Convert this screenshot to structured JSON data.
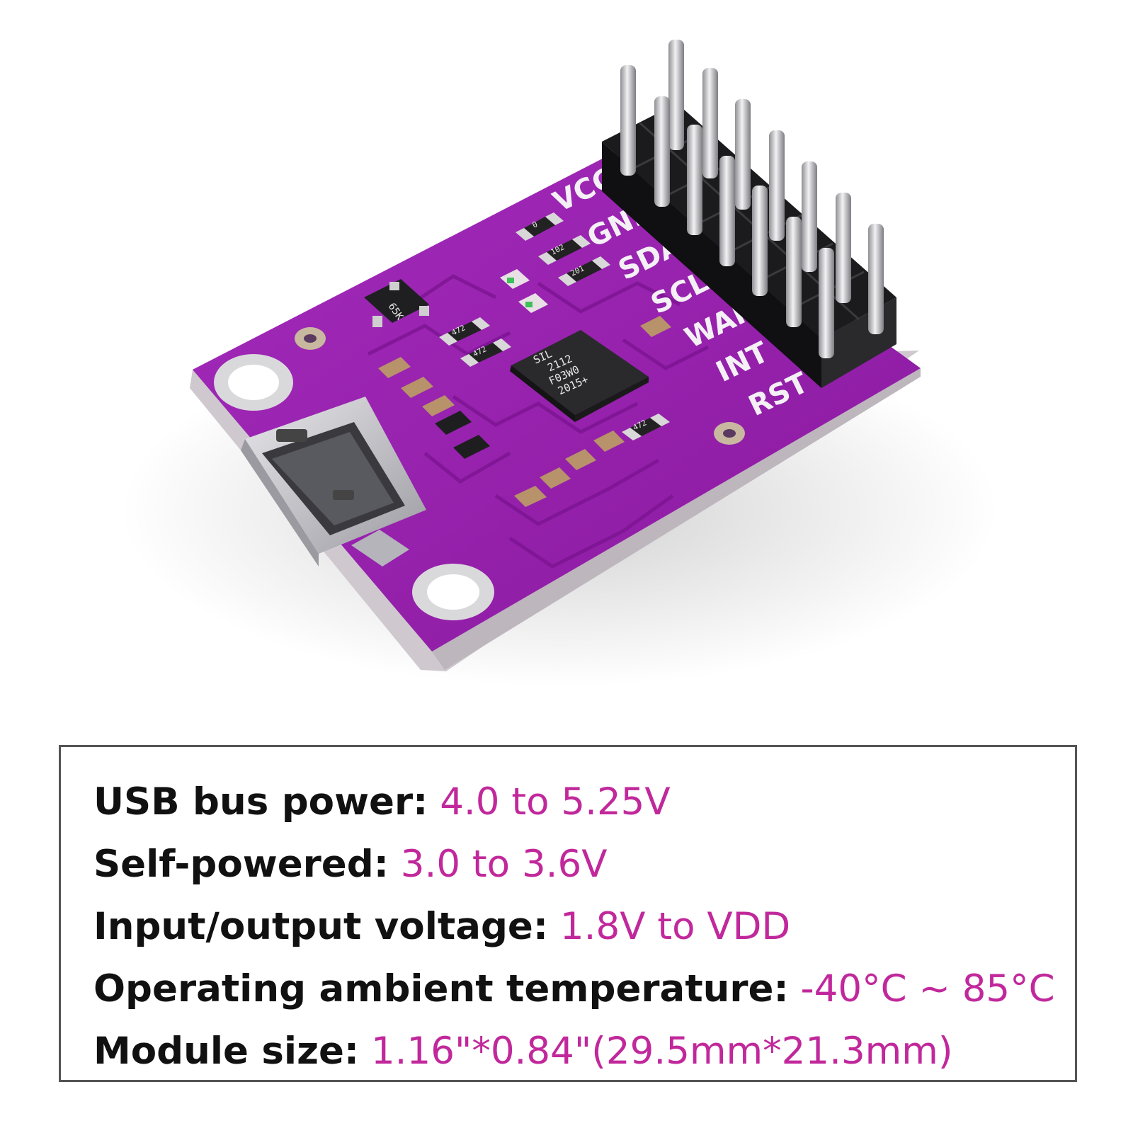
{
  "colors": {
    "pcb": "#9a1fb3",
    "pcb_edge": "#d9d4d9",
    "header_plastic": "#1b1b1d",
    "pin_metal": "#b9b9bd",
    "spec_value": "#c1289b",
    "spec_label": "#111111",
    "frame": "#555555"
  },
  "board": {
    "pin_labels": [
      "VCC",
      "GND",
      "SDA",
      "SCL",
      "WAK",
      "INT",
      "RST"
    ],
    "chip_marking": [
      "SIL",
      "2112",
      "F03W0",
      "2015+"
    ],
    "component_markings": {
      "r1": "0",
      "r2": "102",
      "r3": "201",
      "r4": "472",
      "r5": "472",
      "r6": "472",
      "transistor": "65K"
    }
  },
  "specs": [
    {
      "label": "USB bus power:",
      "value": "4.0 to 5.25V"
    },
    {
      "label": "Self-powered:",
      "value": "3.0 to 3.6V"
    },
    {
      "label": "Input/output voltage:",
      "value": "1.8V to VDD"
    },
    {
      "label": "Operating ambient temperature:",
      "value": "-40°C ~ 85°C"
    },
    {
      "label": "Module size:",
      "value": "1.16\"*0.84\"(29.5mm*21.3mm)"
    }
  ]
}
